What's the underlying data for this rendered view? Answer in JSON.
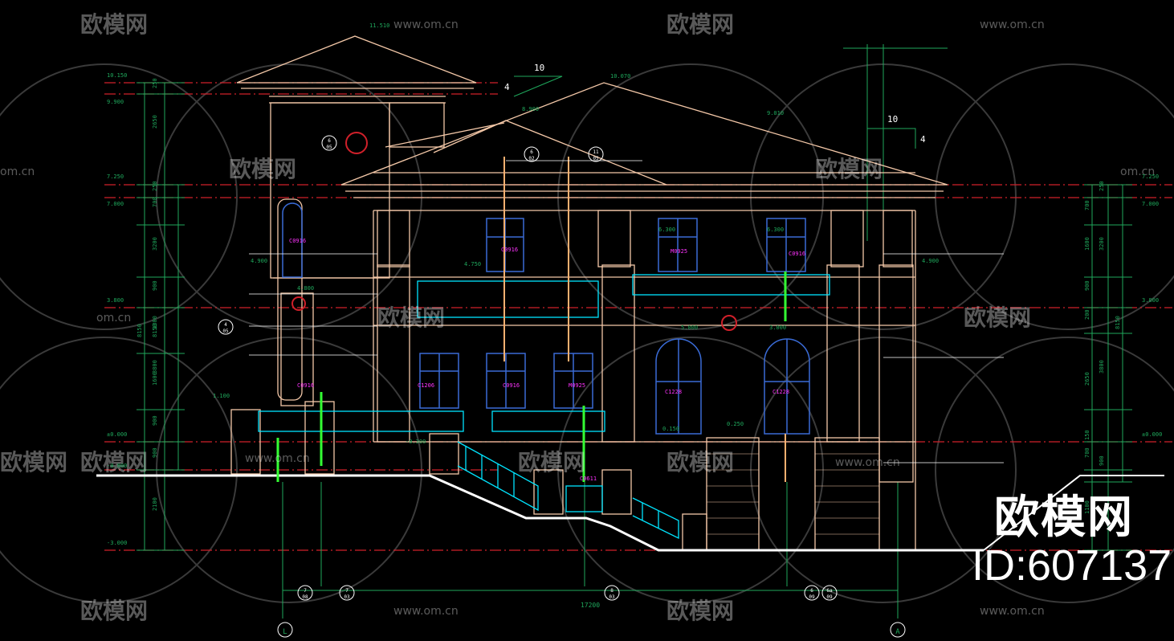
{
  "watermark": {
    "brand": "欧模网",
    "site": "www.om.cn",
    "site_short": "om.cn",
    "brand_partial": "欧模网",
    "id": "ID:607137"
  },
  "elevations": {
    "ridge_tower": "11.510",
    "tower_eave_top": "10.150",
    "tower_eave": "9.900",
    "main_ridge": "10.070",
    "roof_a": "8.900",
    "roof_b": "9.010",
    "eave_left": "7.250",
    "eave_left_2": "7.000",
    "eave_right": "7.250",
    "eave_right_2": "7.000",
    "floor2": "3.800",
    "floor2_r": "3.800",
    "level_4900": "4.900",
    "level_4800": "4.800",
    "level_4750": "4.750",
    "level_4900r": "4.900",
    "level_6300a": "6.300",
    "level_6300b": "6.300",
    "level_1100": "1.100",
    "level_5000": "5.000",
    "level_3000": "3.000",
    "ground": "±0.000",
    "ground_r": "±0.000",
    "level_0250": "0.250",
    "level_0150": "0.150",
    "level_m0800": "-0.800",
    "level_m3000": "-3.000",
    "level_m0300": "-0.300"
  },
  "dims_left": [
    "250",
    "2650",
    "250",
    "700",
    "3200",
    "900",
    "1300",
    "8150",
    "3800",
    "1600",
    "900",
    "900",
    "2100"
  ],
  "dims_right": [
    "250",
    "700",
    "1600",
    "3200",
    "900",
    "200",
    "2650",
    "3800",
    "8150",
    "150",
    "700",
    "900",
    "1100"
  ],
  "slopes": {
    "a_run": "10",
    "a_rise": "4",
    "b_run": "10",
    "b_rise": "4"
  },
  "window_tags": [
    "C0916",
    "C0916",
    "M0925",
    "C0916",
    "C1206",
    "C0916",
    "M0925",
    "C1228",
    "C1228",
    "C0611",
    "C0916"
  ],
  "axis": {
    "left": "L",
    "right": "A",
    "total_span": "17200"
  },
  "details": [
    {
      "num": "6",
      "sheet": "05"
    },
    {
      "num": "6",
      "sheet": "02"
    },
    {
      "num": "11",
      "sheet": "05"
    },
    {
      "num": "4",
      "sheet": "05"
    },
    {
      "num": "7",
      "sheet": "08"
    },
    {
      "num": "7",
      "sheet": "03"
    },
    {
      "num": "8",
      "sheet": "03"
    },
    {
      "num": "6",
      "sheet": "09"
    },
    {
      "num": "6a",
      "sheet": "09"
    }
  ],
  "colors": {
    "background": "#000000",
    "outline": "#f4c8a8",
    "structure": "#ffffff",
    "railing": "#00e5ff",
    "dims": "#1fa85c",
    "level_red": "#d0202a",
    "window": "#3a6bd6",
    "tag": "#ff33ff",
    "highlight": "#33ff33",
    "leader": "#ffb070"
  }
}
